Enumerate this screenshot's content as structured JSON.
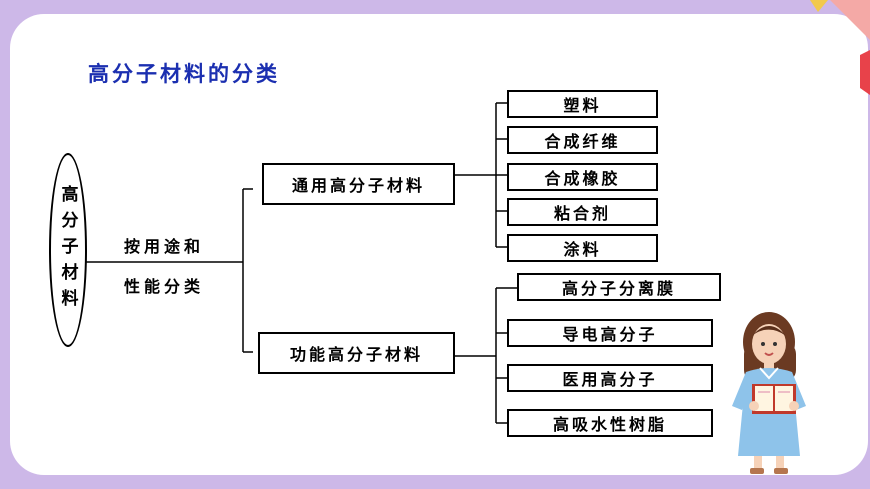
{
  "title": "高分子材料的分类",
  "root": "高分子材料",
  "criterion": {
    "line1": "按用途和",
    "line2": "性能分类"
  },
  "branches": [
    {
      "label": "通用高分子材料",
      "items": [
        "塑料",
        "合成纤维",
        "合成橡胶",
        "粘合剂",
        "涂料"
      ]
    },
    {
      "label": "功能高分子材料",
      "items": [
        "高分子分离膜",
        "导电高分子",
        "医用高分子",
        "高吸水性树脂"
      ]
    }
  ],
  "colors": {
    "background": "#cdb8e8",
    "title": "#1b2fb0",
    "pencil": "#e8424a"
  }
}
